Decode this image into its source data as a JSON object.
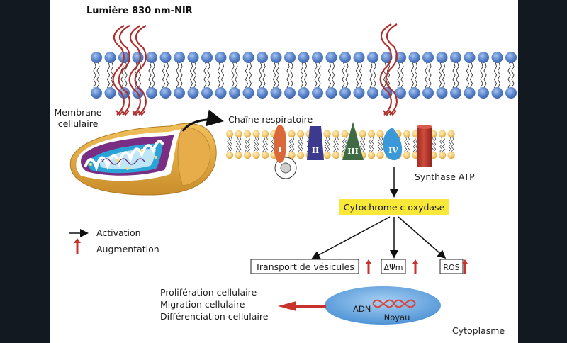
{
  "title": "Lumière 830 nm-NIR",
  "labels": {
    "membrane": [
      "Membrane",
      "cellulaire"
    ],
    "chain": "Chaîne respiratoire",
    "synthase": "Synthase ATP",
    "cytochrome": "Cytochrome c oxydase",
    "cytoplasm": "Cytoplasme",
    "nucleus": "Noyau",
    "dna": "ADN"
  },
  "complexes": [
    {
      "name": "I",
      "color": "#d9683a"
    },
    {
      "name": "II",
      "color": "#3b3a8f"
    },
    {
      "name": "III",
      "color": "#3e6b43"
    },
    {
      "name": "IV",
      "color": "#3a9ad9"
    }
  ],
  "effects": [
    {
      "label": "Transport de vésicules",
      "increase": true
    },
    {
      "label": "ΔΨm",
      "increase": true
    },
    {
      "label": "ROS",
      "increase": true
    }
  ],
  "outcomes": [
    "Prolifération cellulaire",
    "Migration cellulaire",
    "Différenciation cellulaire"
  ],
  "legend": [
    {
      "icon": "black-arrow-icon",
      "label": "Activation"
    },
    {
      "icon": "red-up-arrow-icon",
      "label": "Augmentation"
    }
  ],
  "colors": {
    "light_wave": "#b0302e",
    "membrane_head": "#5b86cc",
    "inner_head": "#f0c060",
    "highlight": "#f7e83a",
    "arrow_red": "#c8322c",
    "nucleus": "#6aaae0",
    "dna": "#d8443c"
  }
}
